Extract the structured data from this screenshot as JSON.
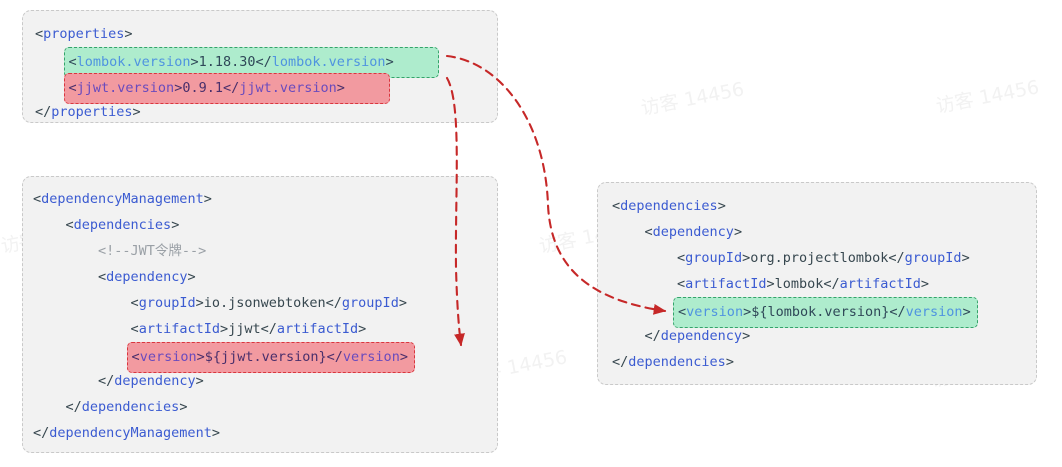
{
  "colors": {
    "panel_bg": "#f2f2f2",
    "panel_border": "#c9c9c9",
    "tag_blue": "#3b5bd1",
    "text_dark": "#37474f",
    "comment_gray": "#9aa0a6",
    "highlight_green_bg": "#aeeccd",
    "highlight_green_border": "#35a36a",
    "highlight_red_bg": "#f29aa0",
    "highlight_red_border": "#d9363e",
    "arrow_red": "#c62828",
    "watermark": "#f2f2f2"
  },
  "watermark": {
    "text": "访客 14456"
  },
  "panels": {
    "properties": {
      "name": "properties-block",
      "lines": [
        {
          "indent": 0,
          "parts": [
            {
              "t": "brk",
              "v": "<"
            },
            {
              "t": "tag",
              "v": "properties"
            },
            {
              "t": "brk",
              "v": ">"
            }
          ]
        },
        {
          "indent": 1,
          "highlight": "green",
          "parts": [
            {
              "t": "brk",
              "v": "<"
            },
            {
              "t": "tag",
              "v": "lombok.version"
            },
            {
              "t": "brk",
              "v": ">"
            },
            {
              "t": "txt",
              "v": "1.18.30"
            },
            {
              "t": "brk",
              "v": "</"
            },
            {
              "t": "tag",
              "v": "lombok.version"
            },
            {
              "t": "brk",
              "v": ">"
            }
          ]
        },
        {
          "indent": 1,
          "highlight": "red",
          "parts": [
            {
              "t": "brk",
              "v": "<"
            },
            {
              "t": "tag",
              "v": "jjwt.version"
            },
            {
              "t": "brk",
              "v": ">"
            },
            {
              "t": "txt",
              "v": "0.9.1"
            },
            {
              "t": "brk",
              "v": "</"
            },
            {
              "t": "tag",
              "v": "jjwt.version"
            },
            {
              "t": "brk",
              "v": ">"
            }
          ]
        },
        {
          "indent": 0,
          "parts": [
            {
              "t": "brk",
              "v": "</"
            },
            {
              "t": "tag",
              "v": "properties"
            },
            {
              "t": "brk",
              "v": ">"
            }
          ]
        }
      ]
    },
    "dependency_management": {
      "name": "dependency-management-block",
      "lines": [
        {
          "indent": 0,
          "parts": [
            {
              "t": "brk",
              "v": "<"
            },
            {
              "t": "tag",
              "v": "dependencyManagement"
            },
            {
              "t": "brk",
              "v": ">"
            }
          ]
        },
        {
          "indent": 1,
          "parts": [
            {
              "t": "brk",
              "v": "<"
            },
            {
              "t": "tag",
              "v": "dependencies"
            },
            {
              "t": "brk",
              "v": ">"
            }
          ]
        },
        {
          "indent": 2,
          "parts": [
            {
              "t": "cmt",
              "v": "<!--JWT令牌-->"
            }
          ]
        },
        {
          "indent": 2,
          "parts": [
            {
              "t": "brk",
              "v": "<"
            },
            {
              "t": "tag",
              "v": "dependency"
            },
            {
              "t": "brk",
              "v": ">"
            }
          ]
        },
        {
          "indent": 3,
          "parts": [
            {
              "t": "brk",
              "v": "<"
            },
            {
              "t": "tag",
              "v": "groupId"
            },
            {
              "t": "brk",
              "v": ">"
            },
            {
              "t": "txt",
              "v": "io.jsonwebtoken"
            },
            {
              "t": "brk",
              "v": "</"
            },
            {
              "t": "tag",
              "v": "groupId"
            },
            {
              "t": "brk",
              "v": ">"
            }
          ]
        },
        {
          "indent": 3,
          "parts": [
            {
              "t": "brk",
              "v": "<"
            },
            {
              "t": "tag",
              "v": "artifactId"
            },
            {
              "t": "brk",
              "v": ">"
            },
            {
              "t": "txt",
              "v": "jjwt"
            },
            {
              "t": "brk",
              "v": "</"
            },
            {
              "t": "tag",
              "v": "artifactId"
            },
            {
              "t": "brk",
              "v": ">"
            }
          ]
        },
        {
          "indent": 3,
          "highlight": "red",
          "parts": [
            {
              "t": "brk",
              "v": "<"
            },
            {
              "t": "tag",
              "v": "version"
            },
            {
              "t": "brk",
              "v": ">"
            },
            {
              "t": "txt",
              "v": "${jjwt.version}"
            },
            {
              "t": "brk",
              "v": "</"
            },
            {
              "t": "tag",
              "v": "version"
            },
            {
              "t": "brk",
              "v": ">"
            }
          ]
        },
        {
          "indent": 2,
          "parts": [
            {
              "t": "brk",
              "v": "</"
            },
            {
              "t": "tag",
              "v": "dependency"
            },
            {
              "t": "brk",
              "v": ">"
            }
          ]
        },
        {
          "indent": 1,
          "parts": [
            {
              "t": "brk",
              "v": "</"
            },
            {
              "t": "tag",
              "v": "dependencies"
            },
            {
              "t": "brk",
              "v": ">"
            }
          ]
        },
        {
          "indent": 0,
          "parts": [
            {
              "t": "brk",
              "v": "</"
            },
            {
              "t": "tag",
              "v": "dependencyManagement"
            },
            {
              "t": "brk",
              "v": ">"
            }
          ]
        }
      ]
    },
    "dependencies": {
      "name": "dependencies-block",
      "lines": [
        {
          "indent": 0,
          "parts": [
            {
              "t": "brk",
              "v": "<"
            },
            {
              "t": "tag",
              "v": "dependencies"
            },
            {
              "t": "brk",
              "v": ">"
            }
          ]
        },
        {
          "indent": 1,
          "parts": [
            {
              "t": "brk",
              "v": "<"
            },
            {
              "t": "tag",
              "v": "dependency"
            },
            {
              "t": "brk",
              "v": ">"
            }
          ]
        },
        {
          "indent": 2,
          "parts": [
            {
              "t": "brk",
              "v": "<"
            },
            {
              "t": "tag",
              "v": "groupId"
            },
            {
              "t": "brk",
              "v": ">"
            },
            {
              "t": "txt",
              "v": "org.projectlombok"
            },
            {
              "t": "brk",
              "v": "</"
            },
            {
              "t": "tag",
              "v": "groupId"
            },
            {
              "t": "brk",
              "v": ">"
            }
          ]
        },
        {
          "indent": 2,
          "parts": [
            {
              "t": "brk",
              "v": "<"
            },
            {
              "t": "tag",
              "v": "artifactId"
            },
            {
              "t": "brk",
              "v": ">"
            },
            {
              "t": "txt",
              "v": "lombok"
            },
            {
              "t": "brk",
              "v": "</"
            },
            {
              "t": "tag",
              "v": "artifactId"
            },
            {
              "t": "brk",
              "v": ">"
            }
          ]
        },
        {
          "indent": 2,
          "highlight": "green",
          "parts": [
            {
              "t": "brk",
              "v": "<"
            },
            {
              "t": "tag",
              "v": "version"
            },
            {
              "t": "brk",
              "v": ">"
            },
            {
              "t": "txt",
              "v": "${lombok.version}"
            },
            {
              "t": "brk",
              "v": "</"
            },
            {
              "t": "tag",
              "v": "version"
            },
            {
              "t": "brk",
              "v": ">"
            }
          ]
        },
        {
          "indent": 1,
          "parts": [
            {
              "t": "brk",
              "v": "</"
            },
            {
              "t": "tag",
              "v": "dependency"
            },
            {
              "t": "brk",
              "v": ">"
            }
          ]
        },
        {
          "indent": 0,
          "parts": [
            {
              "t": "brk",
              "v": "</"
            },
            {
              "t": "tag",
              "v": "dependencies"
            },
            {
              "t": "brk",
              "v": ">"
            }
          ]
        }
      ]
    }
  },
  "arrows": [
    {
      "name": "lombok-version-arrow",
      "from": "properties.lombok.version",
      "to": "dependencies.version",
      "color": "#c62828",
      "style": "dashed"
    },
    {
      "name": "jjwt-version-arrow",
      "from": "properties.jjwt.version",
      "to": "dependencyManagement.version",
      "color": "#c62828",
      "style": "dashed"
    }
  ]
}
